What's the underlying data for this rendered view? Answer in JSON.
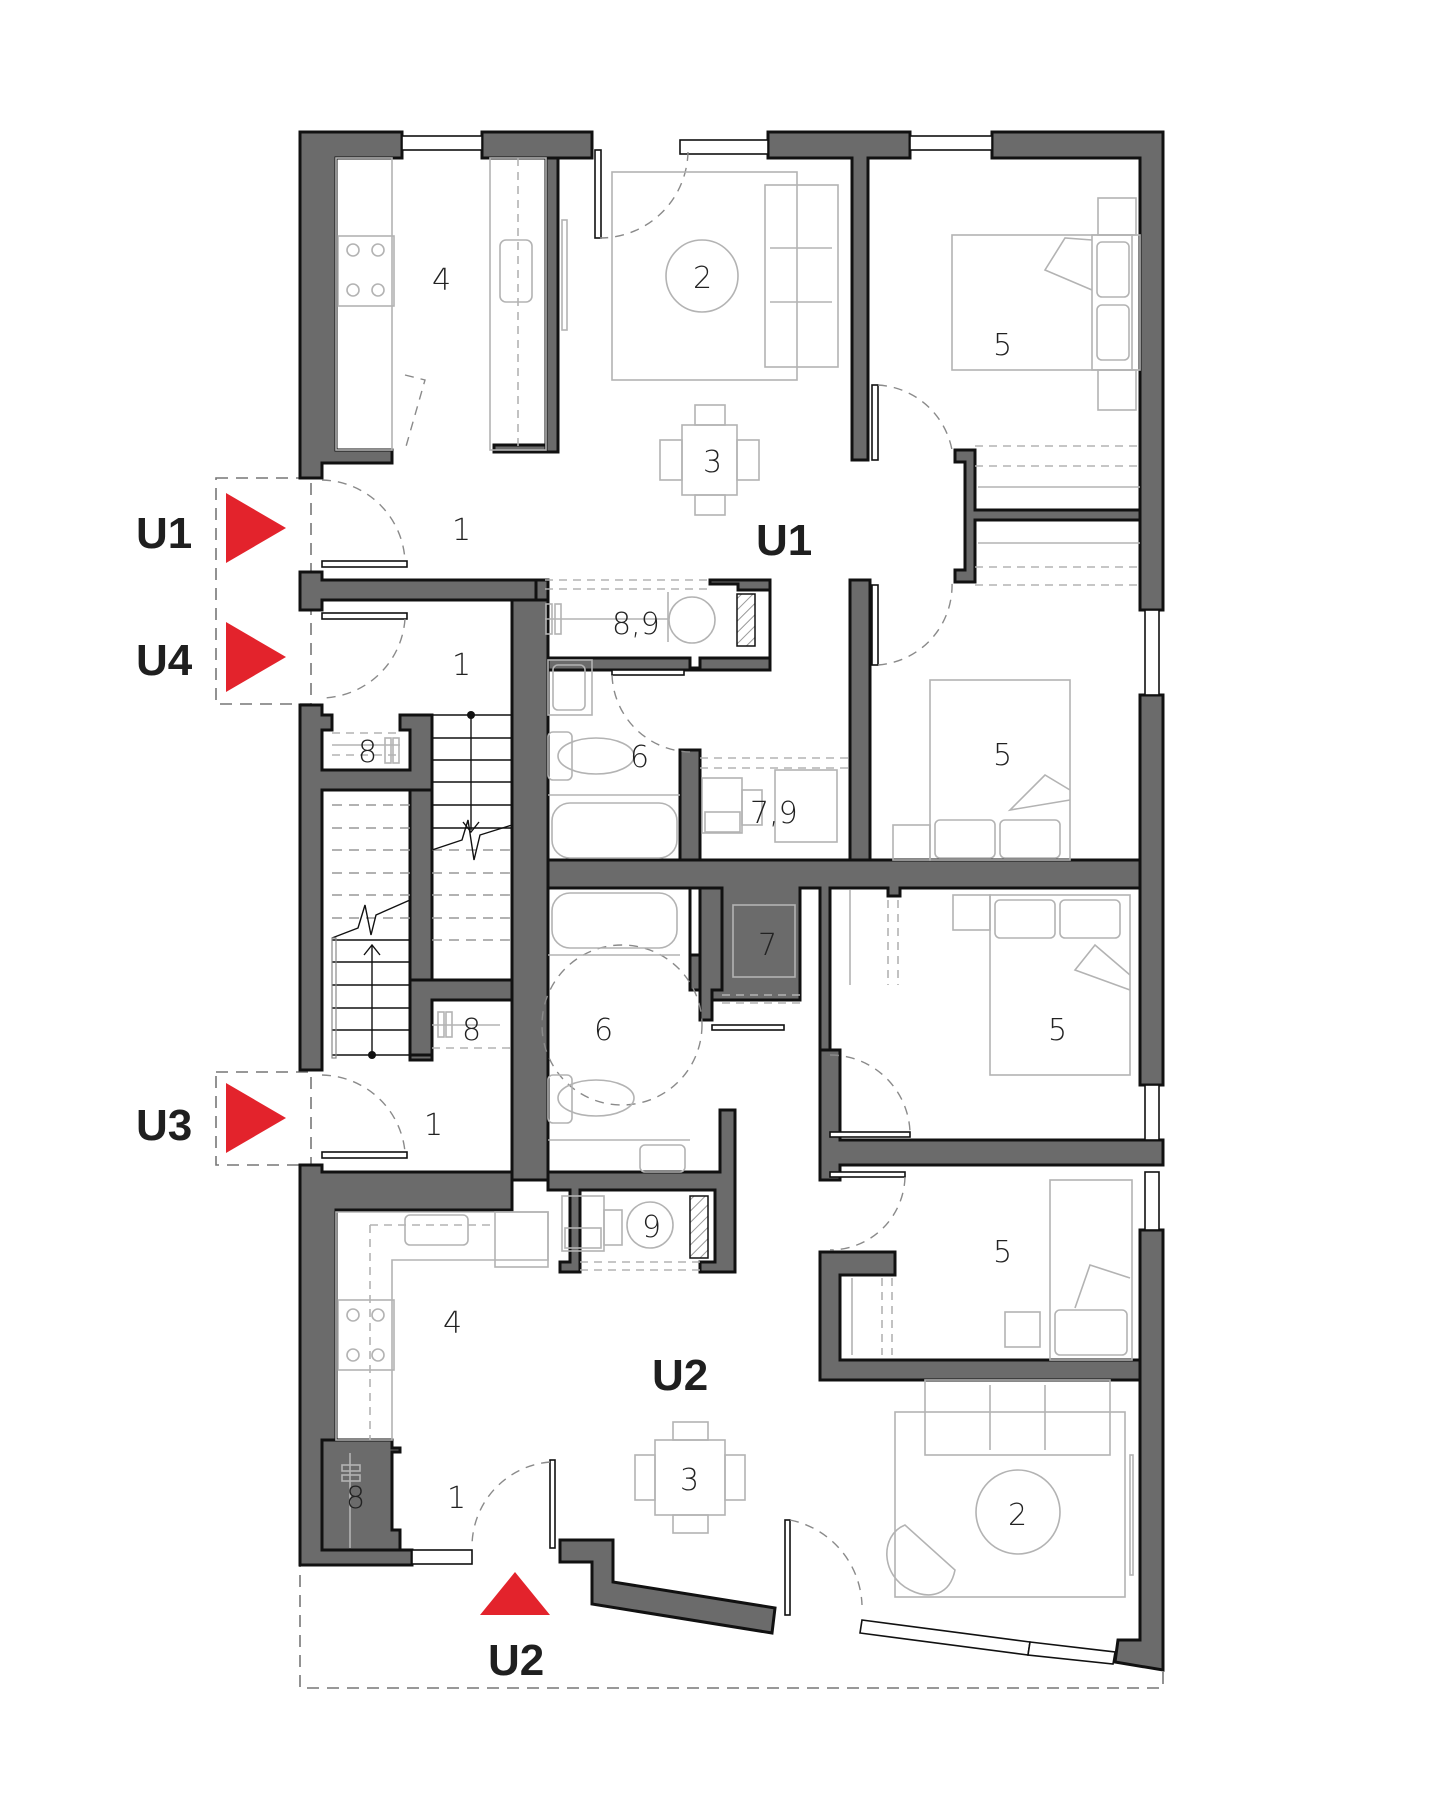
{
  "plan": {
    "type": "apartment floor plan",
    "colors": {
      "wall_fill": "#6b6b6b",
      "wall_outline": "#111111",
      "entry_arrow": "#e3232c",
      "furniture_line": "#b3b3b3",
      "background": "#ffffff"
    },
    "units": [
      {
        "id": "U1",
        "label": "U1"
      },
      {
        "id": "U2",
        "label": "U2"
      }
    ],
    "entries": [
      {
        "label": "U1",
        "direction": "right"
      },
      {
        "label": "U4",
        "direction": "right"
      },
      {
        "label": "U3",
        "direction": "right"
      },
      {
        "label": "U2",
        "direction": "up"
      }
    ],
    "rooms": {
      "u1_kitchen": "4",
      "u1_living": "2",
      "u1_bedroom_top": "5",
      "u1_dining": "3",
      "u1_entry": "1",
      "u1_storage_laundry": "8,9",
      "u1_bathroom": "6",
      "u1_utility": "7,9",
      "u1_bedroom_mid": "5",
      "u4_entry": "1",
      "u4_storage": "8",
      "u3_storage": "8",
      "u3_entry": "1",
      "u2_bathroom": "6",
      "u2_utility": "7",
      "u2_bedroom_a": "5",
      "u2_laundry": "9",
      "u2_bedroom_b": "5",
      "u2_kitchen": "4",
      "u2_storage": "8",
      "u2_entry": "1",
      "u2_dining": "3",
      "u2_living": "2"
    }
  }
}
